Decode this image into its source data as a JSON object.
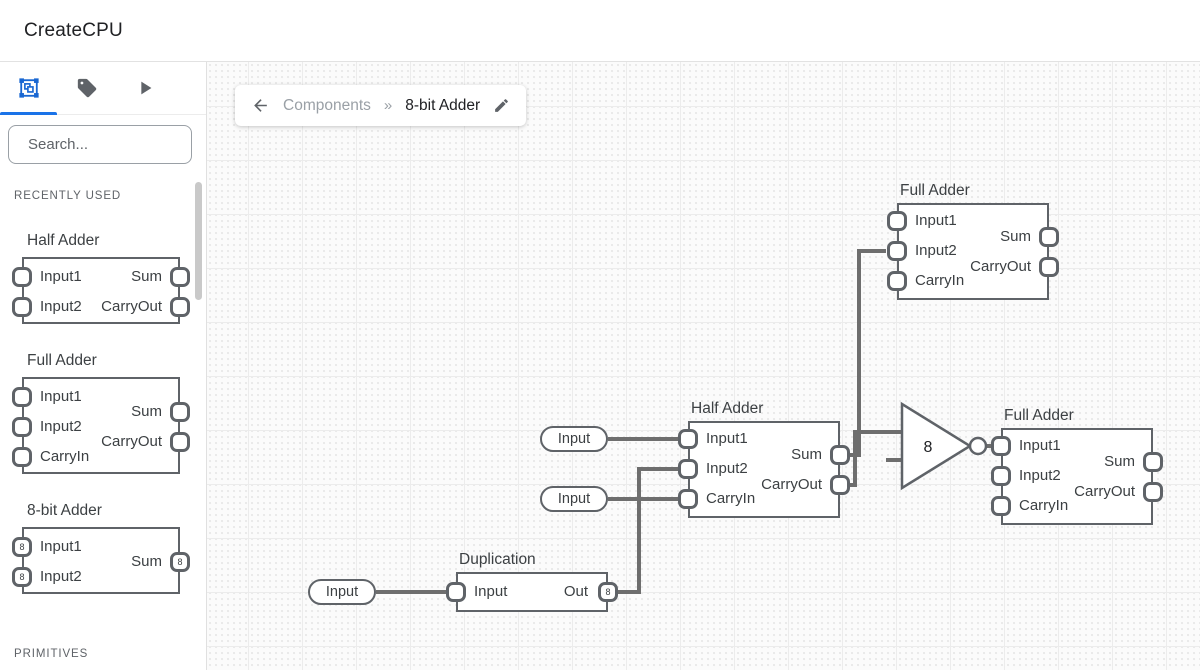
{
  "app": {
    "title": "CreateCPU"
  },
  "sidebar": {
    "tabs": [
      {
        "name": "components",
        "icon": "components-icon"
      },
      {
        "name": "tags",
        "icon": "tag-icon"
      },
      {
        "name": "run",
        "icon": "play-icon"
      }
    ],
    "search": {
      "placeholder": "Search..."
    },
    "sections": [
      {
        "label": "RECENTLY USED"
      },
      {
        "label": "PRIMITIVES"
      }
    ],
    "components": [
      {
        "name": "Half Adder",
        "left_ports": [
          "Input1",
          "Input2"
        ],
        "right_ports": [
          "Sum",
          "CarryOut"
        ]
      },
      {
        "name": "Full Adder",
        "left_ports": [
          "Input1",
          "Input2",
          "CarryIn"
        ],
        "right_ports": [
          "Sum",
          "CarryOut"
        ]
      },
      {
        "name": "8-bit Adder",
        "left_ports": [
          "Input1",
          "Input2"
        ],
        "right_ports": [
          "Sum"
        ],
        "bus_width": "8"
      }
    ]
  },
  "breadcrumb": {
    "parent": "Components",
    "separator": "»",
    "current": "8-bit Adder"
  },
  "canvas": {
    "nodes": {
      "full_adder_top": {
        "title": "Full Adder",
        "in1": "Input1",
        "in2": "Input2",
        "cin": "CarryIn",
        "sum": "Sum",
        "cout": "CarryOut"
      },
      "half_adder": {
        "title": "Half Adder",
        "in1": "Input1",
        "in2": "Input2",
        "cin": "CarryIn",
        "sum": "Sum",
        "cout": "CarryOut"
      },
      "full_adder_right": {
        "title": "Full Adder",
        "in1": "Input1",
        "in2": "Input2",
        "cin": "CarryIn",
        "sum": "Sum",
        "cout": "CarryOut"
      },
      "duplication": {
        "title": "Duplication",
        "in": "Input",
        "out": "Out",
        "out_width": "8"
      },
      "input_a": {
        "label": "Input"
      },
      "input_b": {
        "label": "Input"
      },
      "input_c": {
        "label": "Input"
      },
      "merger": {
        "label": "8"
      }
    }
  },
  "colors": {
    "accent": "#1a73e8",
    "wire": "#6e6e6e",
    "component_border": "#5f6368",
    "text": "#3c4043",
    "muted": "#9aa0a6"
  }
}
